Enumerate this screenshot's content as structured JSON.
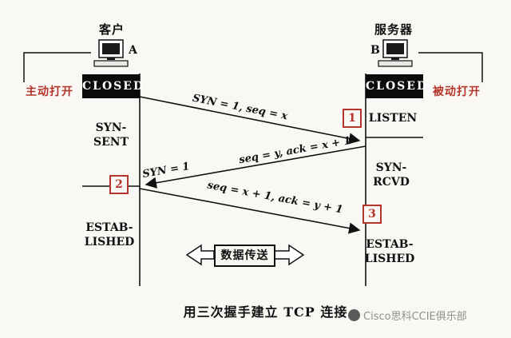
{
  "colors": {
    "background": "#f9f8f4",
    "ink": "#111111",
    "red_accent": "#b5342a",
    "watermark_gray": "#8f8f8f"
  },
  "client": {
    "title": "客户",
    "letter": "A",
    "open_label": "主动打开",
    "state_closed": "CLOSED",
    "state_syn_sent": "SYN-\nSENT",
    "state_established": "ESTAB-\nLISHED"
  },
  "server": {
    "title": "服务器",
    "letter": "B",
    "open_label": "被动打开",
    "state_closed": "CLOSED",
    "state_listen": "LISTEN",
    "state_syn_rcvd": "SYN-\nRCVD",
    "state_established": "ESTAB-\nLISHED"
  },
  "steps": [
    {
      "num": "1"
    },
    {
      "num": "2"
    },
    {
      "num": "3"
    }
  ],
  "messages": {
    "syn": "SYN = 1, seq = x",
    "synack_flag": "SYN = 1",
    "synack": "seq = y, ack = x + 1",
    "ack": "seq = x + 1, ack = y + 1"
  },
  "data_transfer_label": "数据传送",
  "caption": "用三次握手建立 TCP 连接",
  "watermark": "Cisco思科CCIE俱乐部"
}
